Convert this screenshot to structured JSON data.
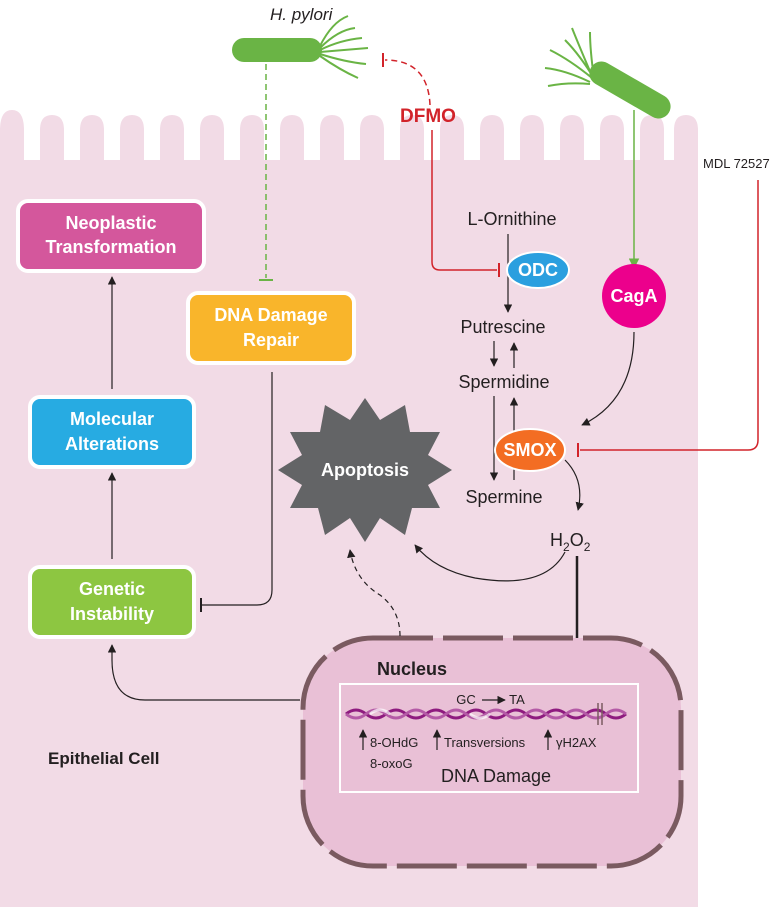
{
  "bacterium_label": "H. pylori",
  "inhibitors": {
    "dfmo": "DFMO",
    "mdl": "MDL 72527"
  },
  "boxes": {
    "neoplastic": [
      "Neoplastic",
      "Transformation"
    ],
    "molecular": [
      "Molecular",
      "Alterations"
    ],
    "genetic": [
      "Genetic",
      "Instability"
    ],
    "dna_repair": [
      "DNA Damage",
      "Repair"
    ]
  },
  "enzymes": {
    "odc": "ODC",
    "caga": "CagA",
    "smox": "SMOX"
  },
  "metabolites": {
    "ornithine": "L-Ornithine",
    "putrescine": "Putrescine",
    "spermidine": "Spermidine",
    "spermine": "Spermine",
    "h2o2": "H",
    "h2o2_sub1": "2",
    "h2o2_o": "O",
    "h2o2_sub2": "2"
  },
  "apoptosis": "Apoptosis",
  "nucleus": {
    "title": "Nucleus",
    "gc": "GC",
    "ta": "TA",
    "ohdg": "8-OHdG",
    "oxog": "8-oxoG",
    "transversions": "Transversions",
    "gamma": "γ",
    "h2ax": "H2AX",
    "dna_damage": "DNA Damage"
  },
  "cell_label": "Epithelial Cell",
  "colors": {
    "cell": "#f2dbe6",
    "nucleus": "#e9c0d6",
    "nucleus_border": "#7a5a60",
    "neoplastic": "#d4579c",
    "molecular": "#27abe2",
    "genetic": "#8dc641",
    "dna_repair": "#f9b52b",
    "odc": "#2a9fdf",
    "caga": "#ec008c",
    "smox": "#f36d23",
    "apoptosis": "#636466",
    "inhibit_red": "#d2232a",
    "bacteria_green": "#6ab445",
    "dna_purple": "#8e1b7f"
  }
}
